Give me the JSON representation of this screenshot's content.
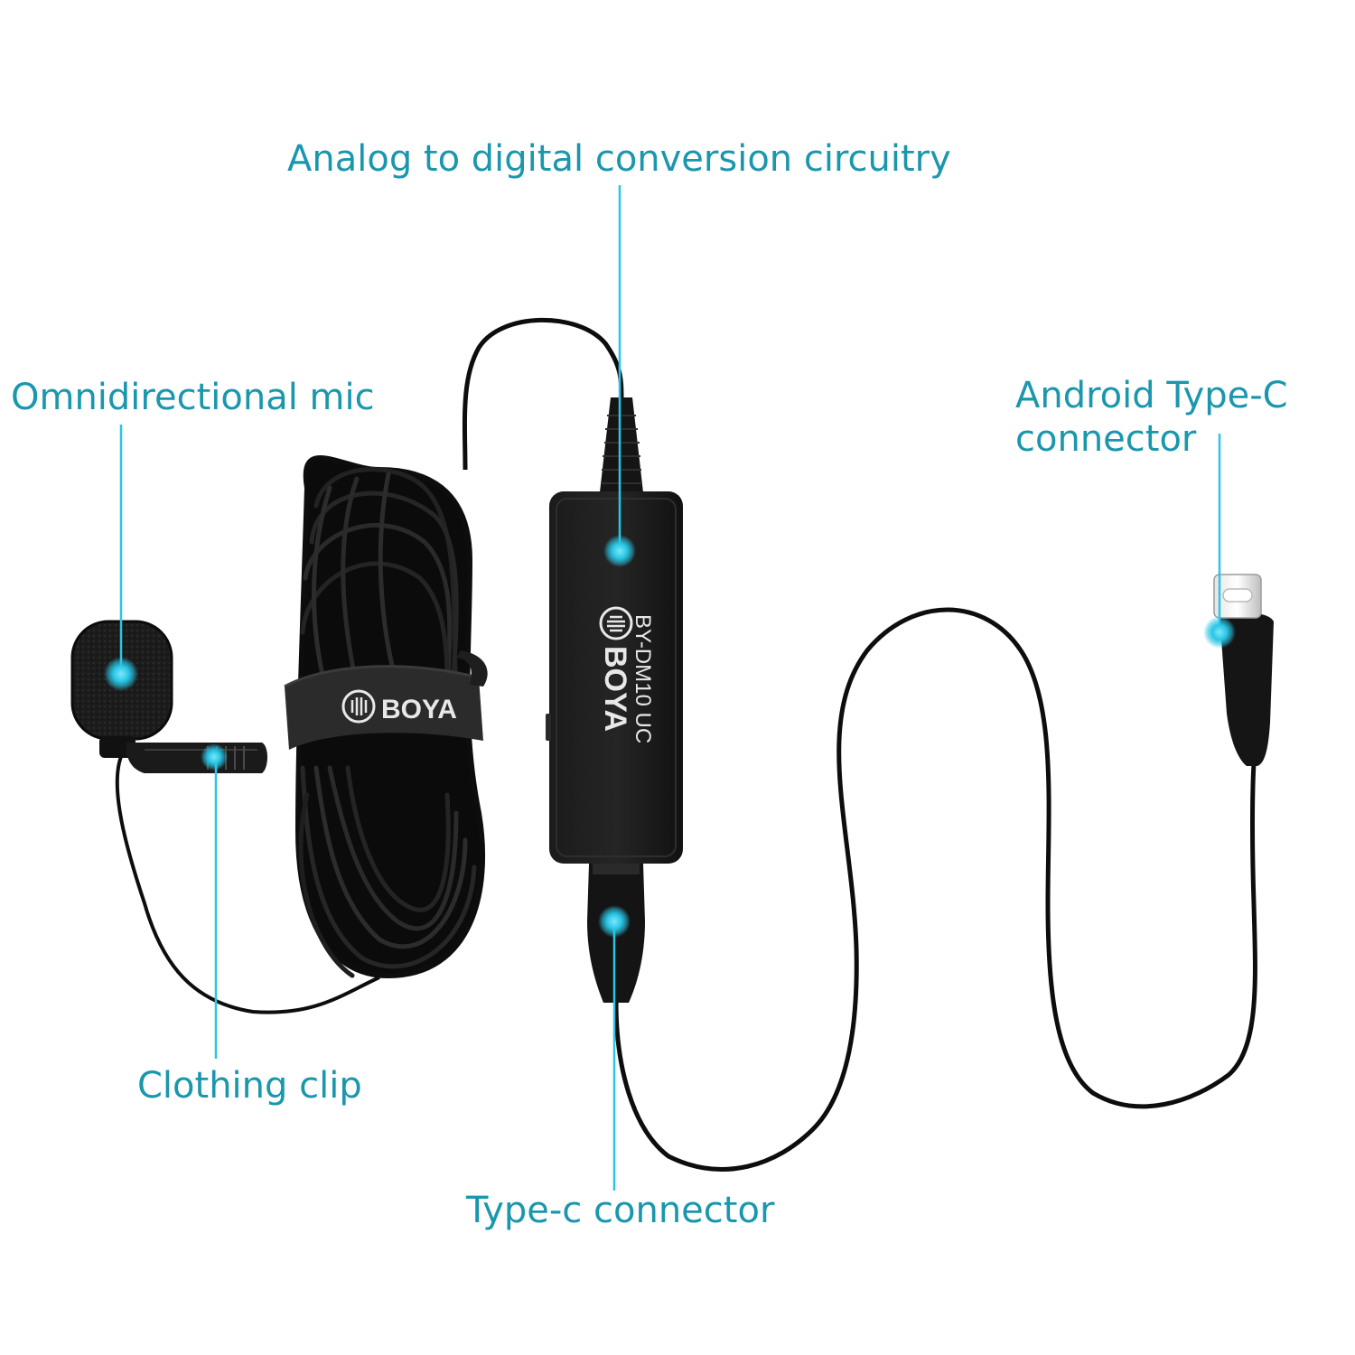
{
  "labels": {
    "adc": "Analog to digital conversion circuitry",
    "mic": "Omnidirectional mic",
    "android_line1": "Android Type-C",
    "android_line2": "connector",
    "clip": "Clothing clip",
    "typec": "Type-c connector"
  },
  "device": {
    "brand": "BOYA",
    "model": "BY-DM10 UC",
    "strap_brand": "BOYA"
  },
  "colors": {
    "accent": "#1a97ad",
    "marker": "#29c6e6",
    "cable": "#0d0d0d"
  }
}
